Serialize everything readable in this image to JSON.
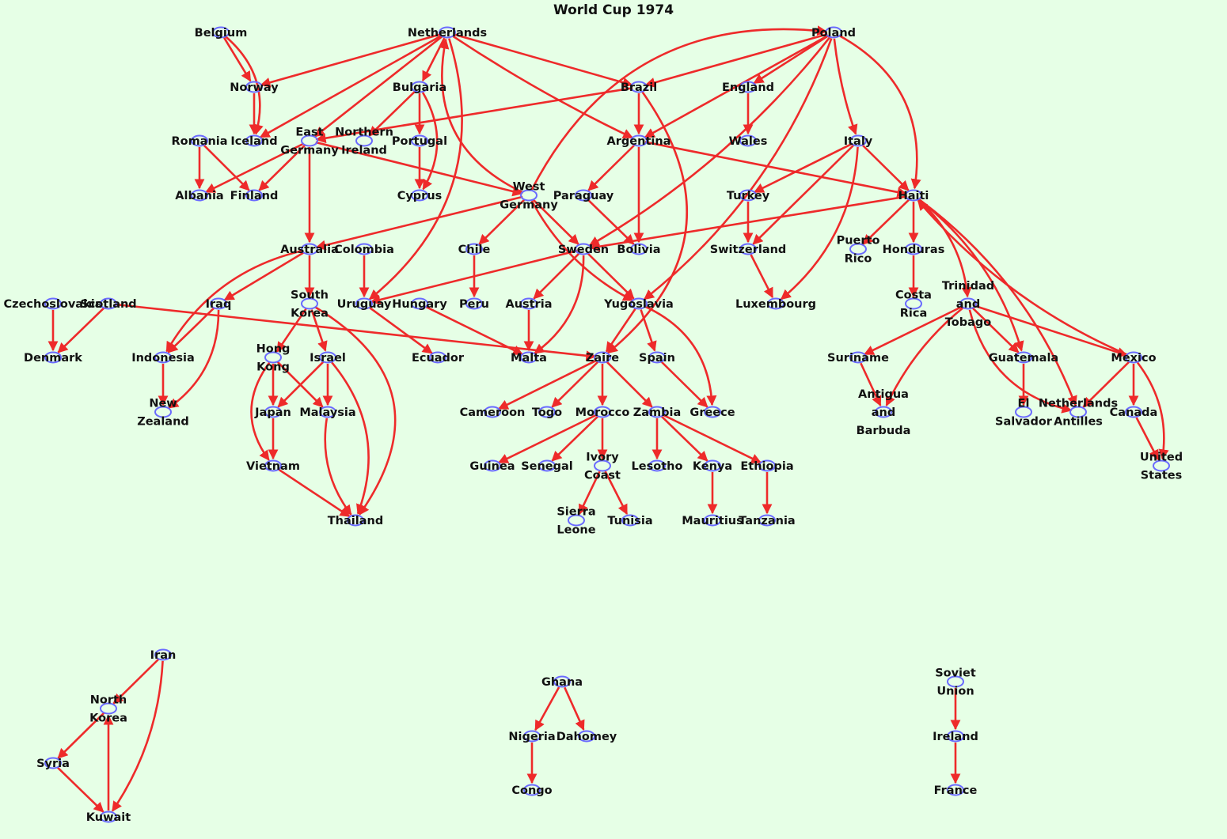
{
  "title": "World Cup 1974",
  "colors": {
    "background": "#e6ffe6",
    "edge": "#ee2a2a",
    "node": "#6a6aff"
  },
  "nodes": [
    {
      "id": "belgium",
      "label": [
        "Belgium"
      ]
    },
    {
      "id": "netherlands",
      "label": [
        "Netherlands"
      ]
    },
    {
      "id": "poland",
      "label": [
        "Poland"
      ]
    },
    {
      "id": "norway",
      "label": [
        "Norway"
      ]
    },
    {
      "id": "bulgaria",
      "label": [
        "Bulgaria"
      ]
    },
    {
      "id": "brazil",
      "label": [
        "Brazil"
      ]
    },
    {
      "id": "england",
      "label": [
        "England"
      ]
    },
    {
      "id": "romania",
      "label": [
        "Romania"
      ]
    },
    {
      "id": "iceland",
      "label": [
        "Iceland"
      ]
    },
    {
      "id": "eastgermany",
      "label": [
        "East",
        "Germany"
      ]
    },
    {
      "id": "northernireland",
      "label": [
        "Northern",
        "Ireland"
      ]
    },
    {
      "id": "portugal",
      "label": [
        "Portugal"
      ]
    },
    {
      "id": "argentina",
      "label": [
        "Argentina"
      ]
    },
    {
      "id": "wales",
      "label": [
        "Wales"
      ]
    },
    {
      "id": "italy",
      "label": [
        "Italy"
      ]
    },
    {
      "id": "albania",
      "label": [
        "Albania"
      ]
    },
    {
      "id": "finland",
      "label": [
        "Finland"
      ]
    },
    {
      "id": "cyprus",
      "label": [
        "Cyprus"
      ]
    },
    {
      "id": "westgermany",
      "label": [
        "West",
        "Germany"
      ]
    },
    {
      "id": "paraguay",
      "label": [
        "Paraguay"
      ]
    },
    {
      "id": "turkey",
      "label": [
        "Turkey"
      ]
    },
    {
      "id": "haiti",
      "label": [
        "Haiti"
      ]
    },
    {
      "id": "australia",
      "label": [
        "Australia"
      ]
    },
    {
      "id": "colombia",
      "label": [
        "Colombia"
      ]
    },
    {
      "id": "chile",
      "label": [
        "Chile"
      ]
    },
    {
      "id": "sweden",
      "label": [
        "Sweden"
      ]
    },
    {
      "id": "bolivia",
      "label": [
        "Bolivia"
      ]
    },
    {
      "id": "switzerland",
      "label": [
        "Switzerland"
      ]
    },
    {
      "id": "puertorico",
      "label": [
        "Puerto",
        "Rico"
      ]
    },
    {
      "id": "honduras",
      "label": [
        "Honduras"
      ]
    },
    {
      "id": "czechoslovakia",
      "label": [
        "Czechoslovakia"
      ]
    },
    {
      "id": "scotland",
      "label": [
        "Scotland"
      ]
    },
    {
      "id": "iraq",
      "label": [
        "Iraq"
      ]
    },
    {
      "id": "southkorea",
      "label": [
        "South",
        "Korea"
      ]
    },
    {
      "id": "uruguay",
      "label": [
        "Uruguay"
      ]
    },
    {
      "id": "hungary",
      "label": [
        "Hungary"
      ]
    },
    {
      "id": "peru",
      "label": [
        "Peru"
      ]
    },
    {
      "id": "austria",
      "label": [
        "Austria"
      ]
    },
    {
      "id": "yugoslavia",
      "label": [
        "Yugoslavia"
      ]
    },
    {
      "id": "luxembourg",
      "label": [
        "Luxembourg"
      ]
    },
    {
      "id": "costarica",
      "label": [
        "Costa",
        "Rica"
      ]
    },
    {
      "id": "trinidad",
      "label": [
        "Trinidad",
        "and",
        "Tobago"
      ]
    },
    {
      "id": "denmark",
      "label": [
        "Denmark"
      ]
    },
    {
      "id": "indonesia",
      "label": [
        "Indonesia"
      ]
    },
    {
      "id": "hongkong",
      "label": [
        "Hong",
        "Kong"
      ]
    },
    {
      "id": "israel",
      "label": [
        "Israel"
      ]
    },
    {
      "id": "ecuador",
      "label": [
        "Ecuador"
      ]
    },
    {
      "id": "malta",
      "label": [
        "Malta"
      ]
    },
    {
      "id": "zaire",
      "label": [
        "Zaire"
      ]
    },
    {
      "id": "spain",
      "label": [
        "Spain"
      ]
    },
    {
      "id": "suriname",
      "label": [
        "Suriname"
      ]
    },
    {
      "id": "guatemala",
      "label": [
        "Guatemala"
      ]
    },
    {
      "id": "mexico",
      "label": [
        "Mexico"
      ]
    },
    {
      "id": "newzealand",
      "label": [
        "New",
        "Zealand"
      ]
    },
    {
      "id": "japan",
      "label": [
        "Japan"
      ]
    },
    {
      "id": "malaysia",
      "label": [
        "Malaysia"
      ]
    },
    {
      "id": "cameroon",
      "label": [
        "Cameroon"
      ]
    },
    {
      "id": "togo",
      "label": [
        "Togo"
      ]
    },
    {
      "id": "morocco",
      "label": [
        "Morocco"
      ]
    },
    {
      "id": "zambia",
      "label": [
        "Zambia"
      ]
    },
    {
      "id": "greece",
      "label": [
        "Greece"
      ]
    },
    {
      "id": "antigua",
      "label": [
        "Antigua",
        "and",
        "Barbuda"
      ]
    },
    {
      "id": "elsalvador",
      "label": [
        "El",
        "Salvador"
      ]
    },
    {
      "id": "netherlandsantilles",
      "label": [
        "Netherlands",
        "Antilles"
      ]
    },
    {
      "id": "canada",
      "label": [
        "Canada"
      ]
    },
    {
      "id": "vietnam",
      "label": [
        "Vietnam"
      ]
    },
    {
      "id": "guinea",
      "label": [
        "Guinea"
      ]
    },
    {
      "id": "senegal",
      "label": [
        "Senegal"
      ]
    },
    {
      "id": "ivorycoast",
      "label": [
        "Ivory",
        "Coast"
      ]
    },
    {
      "id": "lesotho",
      "label": [
        "Lesotho"
      ]
    },
    {
      "id": "kenya",
      "label": [
        "Kenya"
      ]
    },
    {
      "id": "ethiopia",
      "label": [
        "Ethiopia"
      ]
    },
    {
      "id": "unitedstates",
      "label": [
        "United",
        "States"
      ]
    },
    {
      "id": "thailand",
      "label": [
        "Thailand"
      ]
    },
    {
      "id": "sierraleone",
      "label": [
        "Sierra",
        "Leone"
      ]
    },
    {
      "id": "tunisia",
      "label": [
        "Tunisia"
      ]
    },
    {
      "id": "mauritius",
      "label": [
        "Mauritius"
      ]
    },
    {
      "id": "tanzania",
      "label": [
        "Tanzania"
      ]
    },
    {
      "id": "iran",
      "label": [
        "Iran"
      ]
    },
    {
      "id": "northkorea",
      "label": [
        "North",
        "Korea"
      ]
    },
    {
      "id": "syria",
      "label": [
        "Syria"
      ]
    },
    {
      "id": "kuwait",
      "label": [
        "Kuwait"
      ]
    },
    {
      "id": "ghana",
      "label": [
        "Ghana"
      ]
    },
    {
      "id": "nigeria",
      "label": [
        "Nigeria"
      ]
    },
    {
      "id": "dahomey",
      "label": [
        "Dahomey"
      ]
    },
    {
      "id": "congo",
      "label": [
        "Congo"
      ]
    },
    {
      "id": "sovietunion",
      "label": [
        "Soviet",
        "Union"
      ]
    },
    {
      "id": "ireland",
      "label": [
        "Ireland"
      ]
    },
    {
      "id": "france",
      "label": [
        "France"
      ]
    }
  ],
  "edges": [
    [
      "belgium",
      "norway"
    ],
    [
      "belgium",
      "iceland"
    ],
    [
      "netherlands",
      "norway"
    ],
    [
      "netherlands",
      "iceland"
    ],
    [
      "netherlands",
      "bulgaria"
    ],
    [
      "netherlands",
      "brazil"
    ],
    [
      "netherlands",
      "argentina"
    ],
    [
      "netherlands",
      "eastgermany"
    ],
    [
      "netherlands",
      "uruguay"
    ],
    [
      "westgermany",
      "netherlands"
    ],
    [
      "norway",
      "iceland"
    ],
    [
      "poland",
      "brazil"
    ],
    [
      "poland",
      "england"
    ],
    [
      "poland",
      "argentina"
    ],
    [
      "poland",
      "italy"
    ],
    [
      "poland",
      "haiti"
    ],
    [
      "poland",
      "yugoslavia"
    ],
    [
      "poland",
      "sweden"
    ],
    [
      "westgermany",
      "poland"
    ],
    [
      "bulgaria",
      "northernireland"
    ],
    [
      "bulgaria",
      "portugal"
    ],
    [
      "bulgaria",
      "cyprus"
    ],
    [
      "brazil",
      "argentina"
    ],
    [
      "brazil",
      "eastgermany"
    ],
    [
      "brazil",
      "zaire"
    ],
    [
      "england",
      "wales"
    ],
    [
      "romania",
      "albania"
    ],
    [
      "romania",
      "finland"
    ],
    [
      "eastgermany",
      "albania"
    ],
    [
      "eastgermany",
      "finland"
    ],
    [
      "eastgermany",
      "australia"
    ],
    [
      "eastgermany",
      "westgermany"
    ],
    [
      "portugal",
      "cyprus"
    ],
    [
      "argentina",
      "paraguay"
    ],
    [
      "argentina",
      "bolivia"
    ],
    [
      "argentina",
      "haiti"
    ],
    [
      "italy",
      "turkey"
    ],
    [
      "italy",
      "switzerland"
    ],
    [
      "italy",
      "haiti"
    ],
    [
      "italy",
      "luxembourg"
    ],
    [
      "westgermany",
      "australia"
    ],
    [
      "westgermany",
      "chile"
    ],
    [
      "westgermany",
      "sweden"
    ],
    [
      "westgermany",
      "yugoslavia"
    ],
    [
      "paraguay",
      "bolivia"
    ],
    [
      "turkey",
      "switzerland"
    ],
    [
      "haiti",
      "puertorico"
    ],
    [
      "haiti",
      "honduras"
    ],
    [
      "haiti",
      "trinidad"
    ],
    [
      "haiti",
      "guatemala"
    ],
    [
      "haiti",
      "netherlandsantilles"
    ],
    [
      "haiti",
      "sweden"
    ],
    [
      "mexico",
      "haiti"
    ],
    [
      "australia",
      "iraq"
    ],
    [
      "australia",
      "southkorea"
    ],
    [
      "australia",
      "indonesia"
    ],
    [
      "colombia",
      "uruguay"
    ],
    [
      "chile",
      "peru"
    ],
    [
      "sweden",
      "uruguay"
    ],
    [
      "sweden",
      "austria"
    ],
    [
      "sweden",
      "malta"
    ],
    [
      "sweden",
      "yugoslavia"
    ],
    [
      "switzerland",
      "luxembourg"
    ],
    [
      "honduras",
      "costarica"
    ],
    [
      "czechoslovakia",
      "denmark"
    ],
    [
      "scotland",
      "denmark"
    ],
    [
      "scotland",
      "zaire"
    ],
    [
      "iraq",
      "indonesia"
    ],
    [
      "iraq",
      "newzealand"
    ],
    [
      "southkorea",
      "hongkong"
    ],
    [
      "southkorea",
      "israel"
    ],
    [
      "southkorea",
      "thailand"
    ],
    [
      "uruguay",
      "ecuador"
    ],
    [
      "hungary",
      "malta"
    ],
    [
      "austria",
      "malta"
    ],
    [
      "yugoslavia",
      "zaire"
    ],
    [
      "yugoslavia",
      "spain"
    ],
    [
      "yugoslavia",
      "greece"
    ],
    [
      "trinidad",
      "suriname"
    ],
    [
      "trinidad",
      "antigua"
    ],
    [
      "trinidad",
      "guatemala"
    ],
    [
      "trinidad",
      "mexico"
    ],
    [
      "trinidad",
      "netherlandsantilles"
    ],
    [
      "indonesia",
      "newzealand"
    ],
    [
      "hongkong",
      "japan"
    ],
    [
      "hongkong",
      "malaysia"
    ],
    [
      "hongkong",
      "vietnam"
    ],
    [
      "israel",
      "japan"
    ],
    [
      "israel",
      "malaysia"
    ],
    [
      "israel",
      "thailand"
    ],
    [
      "zaire",
      "cameroon"
    ],
    [
      "zaire",
      "togo"
    ],
    [
      "zaire",
      "morocco"
    ],
    [
      "zaire",
      "zambia"
    ],
    [
      "spain",
      "greece"
    ],
    [
      "suriname",
      "antigua"
    ],
    [
      "guatemala",
      "elsalvador"
    ],
    [
      "mexico",
      "netherlandsantilles"
    ],
    [
      "mexico",
      "canada"
    ],
    [
      "mexico",
      "unitedstates"
    ],
    [
      "japan",
      "vietnam"
    ],
    [
      "malaysia",
      "thailand"
    ],
    [
      "vietnam",
      "thailand"
    ],
    [
      "morocco",
      "guinea"
    ],
    [
      "morocco",
      "senegal"
    ],
    [
      "morocco",
      "ivorycoast"
    ],
    [
      "zambia",
      "lesotho"
    ],
    [
      "zambia",
      "kenya"
    ],
    [
      "zambia",
      "ethiopia"
    ],
    [
      "canada",
      "unitedstates"
    ],
    [
      "ivorycoast",
      "sierraleone"
    ],
    [
      "ivorycoast",
      "tunisia"
    ],
    [
      "kenya",
      "mauritius"
    ],
    [
      "ethiopia",
      "tanzania"
    ],
    [
      "iran",
      "northkorea"
    ],
    [
      "iran",
      "kuwait"
    ],
    [
      "northkorea",
      "syria"
    ],
    [
      "syria",
      "kuwait"
    ],
    [
      "kuwait",
      "northkorea"
    ],
    [
      "ghana",
      "nigeria"
    ],
    [
      "ghana",
      "dahomey"
    ],
    [
      "nigeria",
      "congo"
    ],
    [
      "sovietunion",
      "ireland"
    ],
    [
      "ireland",
      "france"
    ]
  ]
}
